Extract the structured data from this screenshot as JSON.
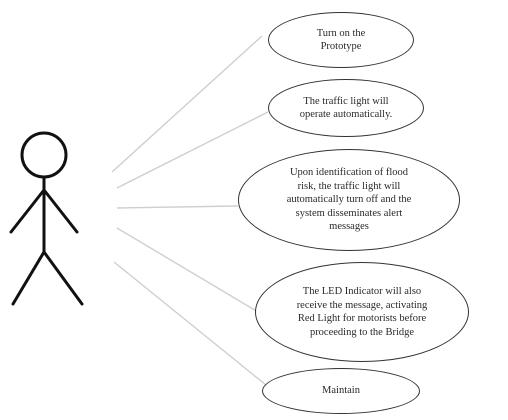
{
  "actor": {
    "label": ""
  },
  "use_cases": [
    {
      "text": "Turn on the\nPrototype"
    },
    {
      "text": "The traffic light will\noperate automatically."
    },
    {
      "text": "Upon identification of flood\nrisk, the traffic light will\nautomatically turn off and the\nsystem disseminates alert\nmessages"
    },
    {
      "text": "The LED Indicator will also\nreceive the message, activating\nRed Light for motorists before\nproceeding to the Bridge"
    },
    {
      "text": "Maintain"
    }
  ],
  "colors": {
    "line": "#333333",
    "association": "#cfcfcf",
    "text": "#2a2a2a",
    "background": "#ffffff"
  }
}
